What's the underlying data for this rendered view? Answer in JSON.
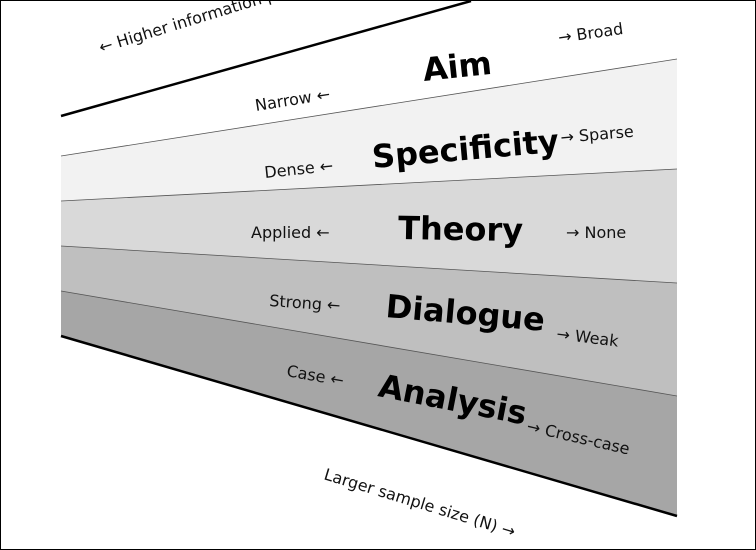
{
  "diagram": {
    "top_arrow_label": "← Higher information power",
    "bottom_arrow_label": "Larger sample size (N) →",
    "band_colors": [
      "#ffffff",
      "#f2f2f2",
      "#d9d9d9",
      "#bfbfbf",
      "#a6a6a6"
    ],
    "dimensions": [
      {
        "title": "Aim",
        "left": "Narrow ←",
        "right": "→ Broad"
      },
      {
        "title": "Specificity",
        "left": "Dense ←",
        "right": "→ Sparse"
      },
      {
        "title": "Theory",
        "left": "Applied ←",
        "right": "→ None"
      },
      {
        "title": "Dialogue",
        "left": "Strong ←",
        "right": "→ Weak"
      },
      {
        "title": "Analysis",
        "left": "Case ←",
        "right": "→ Cross-case"
      }
    ]
  }
}
